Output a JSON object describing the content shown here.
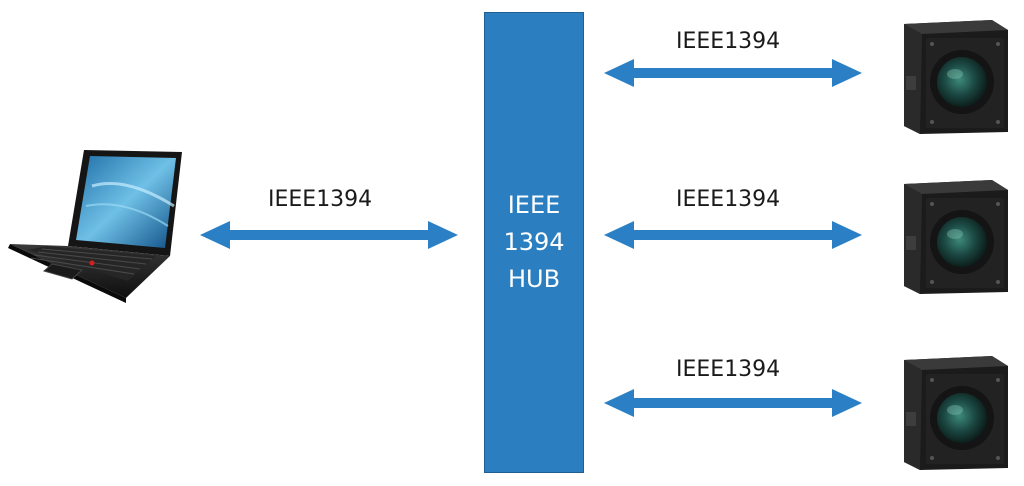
{
  "colors": {
    "arrow": "#2b80c5",
    "hub_fill": "#2b7fc0",
    "hub_text": "#ffffff",
    "label_text": "#1a1a1a",
    "camera_body": "#1e1e1e"
  },
  "laptop": {
    "icon": "laptop-icon"
  },
  "laptop_link": {
    "label": "IEEE1394"
  },
  "hub": {
    "lines": [
      "IEEE",
      "1394",
      "HUB"
    ]
  },
  "camera_links": [
    {
      "label": "IEEE1394",
      "icon": "camera-icon"
    },
    {
      "label": "IEEE1394",
      "icon": "camera-icon"
    },
    {
      "label": "IEEE1394",
      "icon": "camera-icon"
    }
  ]
}
